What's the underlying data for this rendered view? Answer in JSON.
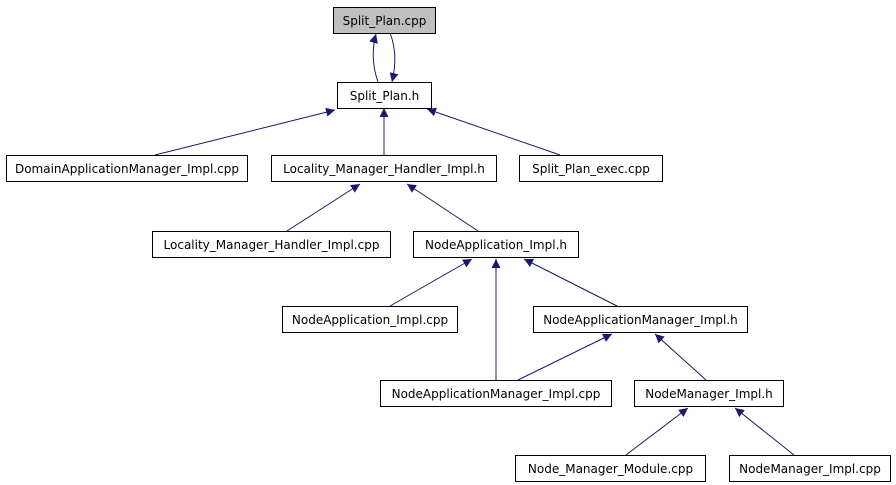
{
  "colors": {
    "edge": "#191970",
    "current_fill": "#bfbfbf",
    "node_fill": "#ffffff",
    "border": "#000000"
  },
  "nodes": {
    "split_plan_cpp": "Split_Plan.cpp",
    "split_plan_h": "Split_Plan.h",
    "domain_app_mgr_cpp": "DomainApplicationManager_Impl.cpp",
    "locality_handler_h": "Locality_Manager_Handler_Impl.h",
    "split_plan_exec_cpp": "Split_Plan_exec.cpp",
    "locality_handler_cpp": "Locality_Manager_Handler_Impl.cpp",
    "node_app_h": "NodeApplication_Impl.h",
    "node_app_cpp": "NodeApplication_Impl.cpp",
    "node_app_mgr_h": "NodeApplicationManager_Impl.h",
    "node_app_mgr_cpp": "NodeApplicationManager_Impl.cpp",
    "node_mgr_h": "NodeManager_Impl.h",
    "node_mgr_module_cpp": "Node_Manager_Module.cpp",
    "node_mgr_cpp": "NodeManager_Impl.cpp"
  }
}
